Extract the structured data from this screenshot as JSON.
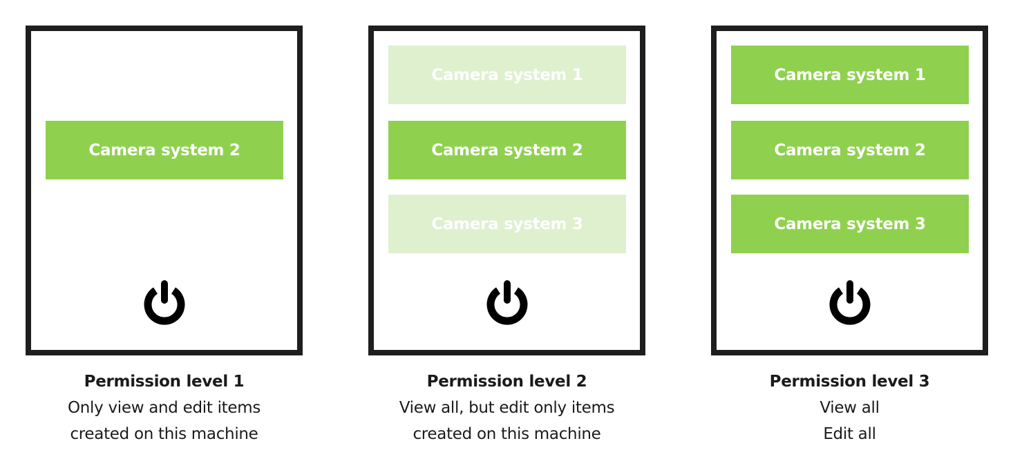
{
  "colors": {
    "active": "#8fd14f",
    "view_only": "#dff0cf",
    "border": "#1e1e1e"
  },
  "panels": [
    {
      "items": [
        {
          "label": "Camera system 2",
          "state": "active"
        }
      ],
      "icon": "power-icon",
      "title": "Permission level 1",
      "line1": "Only view and edit items",
      "line2": "created on this machine"
    },
    {
      "items": [
        {
          "label": "Camera system 1",
          "state": "view-only"
        },
        {
          "label": "Camera system 2",
          "state": "active"
        },
        {
          "label": "Camera system 3",
          "state": "view-only"
        }
      ],
      "icon": "power-icon",
      "title": "Permission level 2",
      "line1": "View all, but edit only items",
      "line2": "created on this machine"
    },
    {
      "items": [
        {
          "label": "Camera system 1",
          "state": "active"
        },
        {
          "label": "Camera system 2",
          "state": "active"
        },
        {
          "label": "Camera system 3",
          "state": "active"
        }
      ],
      "icon": "power-icon",
      "title": "Permission level 3",
      "line1": "View all",
      "line2": "Edit all"
    }
  ]
}
